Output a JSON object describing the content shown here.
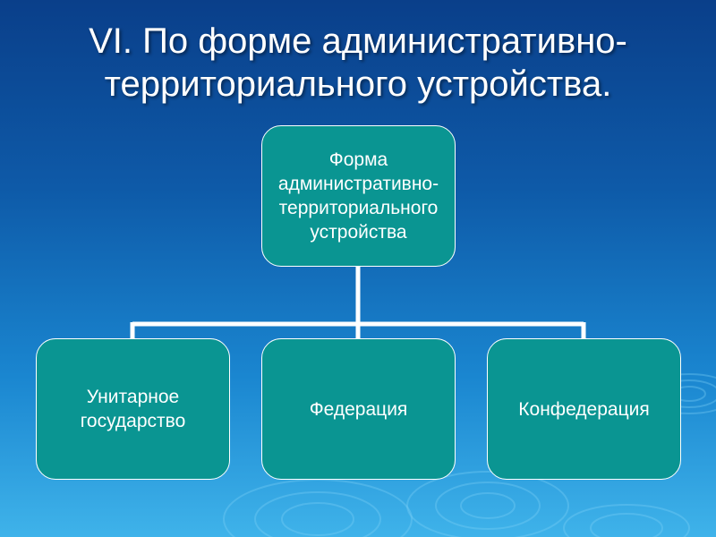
{
  "slide": {
    "title": "VI. По форме административно-\nтерриториального устройства."
  },
  "diagram": {
    "root": "Форма\nадминистративно-\nтерриториального\nустройства",
    "children": [
      "Унитарное\nгосударство",
      "Федерация",
      "Конфедерация"
    ]
  },
  "colors": {
    "box_fill": "#0a9592",
    "box_border": "#ffffff",
    "connector": "#ffffff",
    "background_top": "#0a3f8a",
    "background_bottom": "#3fb3ea"
  }
}
